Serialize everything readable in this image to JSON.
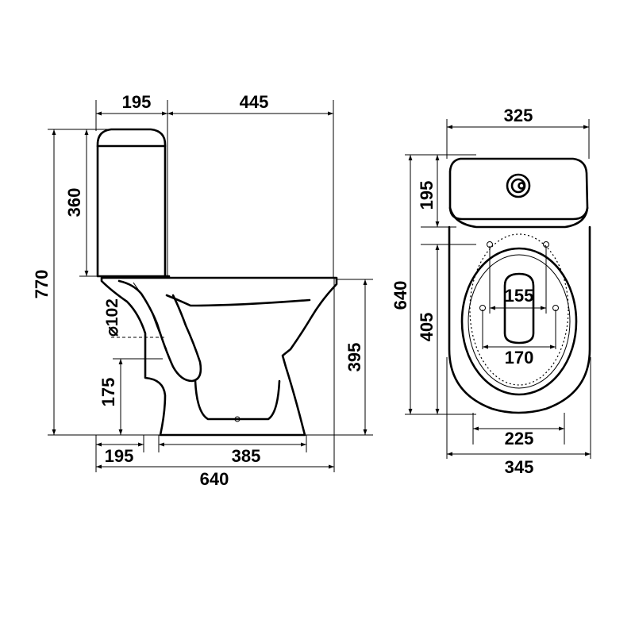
{
  "side_view": {
    "top_left": "195",
    "top_right": "445",
    "tank_height": "360",
    "total_height": "770",
    "outlet_diameter": "⌀102",
    "outlet_height": "175",
    "rim_height": "395",
    "bottom_left": "195",
    "bottom_base": "385",
    "total_length": "640"
  },
  "top_view": {
    "width_top": "325",
    "tank_depth": "195",
    "total_depth": "640",
    "bowl_length": "405",
    "hinge_distance": "155",
    "fixing_distance": "170",
    "base_width": "225",
    "total_width": "345"
  }
}
